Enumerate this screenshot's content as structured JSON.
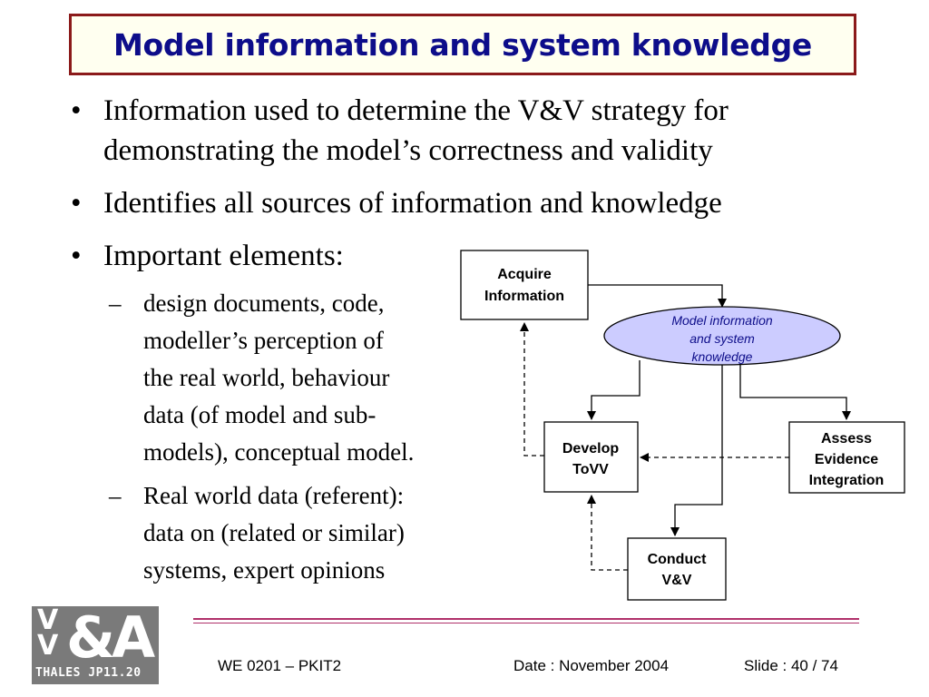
{
  "title": "Model information and system knowledge",
  "bullets": [
    "Information used to determine the V&V strategy for",
    "demonstrating the model’s correctness and validity",
    "Identifies all sources of information and knowledge",
    "Important elements:"
  ],
  "bullet_marker": "•",
  "sub_marker": "–",
  "sub_bullets": [
    [
      "design documents, code,",
      "modeller’s perception of",
      "the real world, behaviour",
      "data (of model and sub-",
      "models), conceptual model."
    ],
    [
      "Real world data (referent):",
      "data on (related or similar)",
      "systems, expert opinions"
    ]
  ],
  "diagram": {
    "acquire": [
      "Acquire",
      "Information"
    ],
    "oval": [
      "Model information",
      "and system",
      "knowledge"
    ],
    "develop": [
      "Develop",
      "ToVV"
    ],
    "assess": [
      "Assess",
      "Evidence",
      "Integration"
    ],
    "conduct": [
      "Conduct",
      "V&V"
    ]
  },
  "footer": {
    "left": "WE 0201 – PKIT2",
    "date": "Date : November 2004",
    "slide": "Slide : 40 / 74"
  },
  "logo": {
    "vv": "V\nV",
    "big": "&A",
    "sub": "THALES JP11.20"
  },
  "colors": {
    "title_border": "#8b1a1a",
    "title_text": "#0d0d8a",
    "oval_fill": "#ccccff",
    "footer_rule": "#b0306a"
  }
}
